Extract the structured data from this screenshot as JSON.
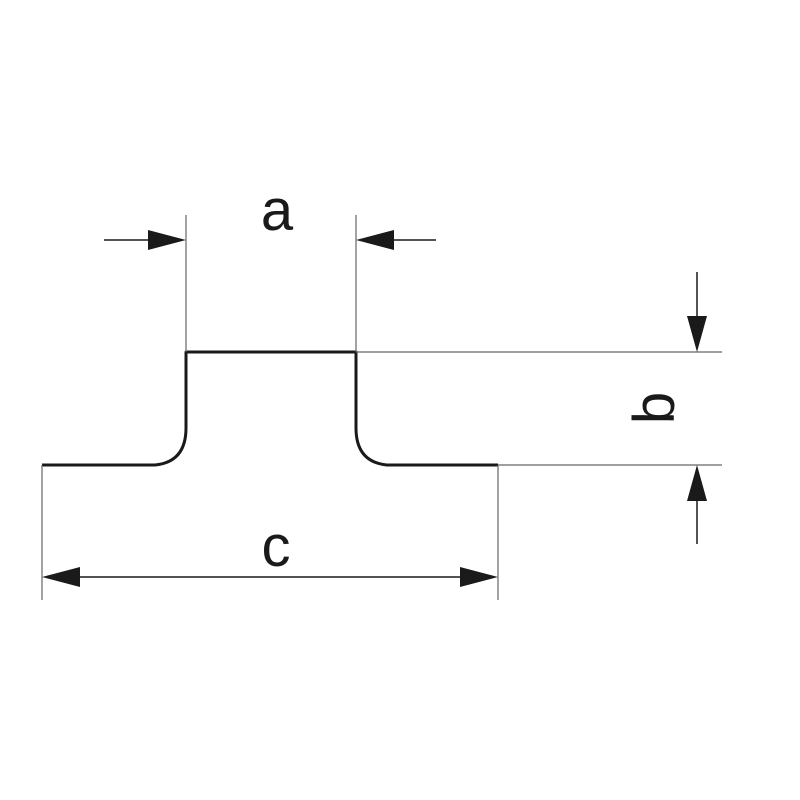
{
  "diagram": {
    "labels": {
      "a": "a",
      "b": "b",
      "c": "c"
    },
    "colors": {
      "line": "#1a1a1a",
      "extension": "#555555",
      "background": "#ffffff"
    }
  }
}
